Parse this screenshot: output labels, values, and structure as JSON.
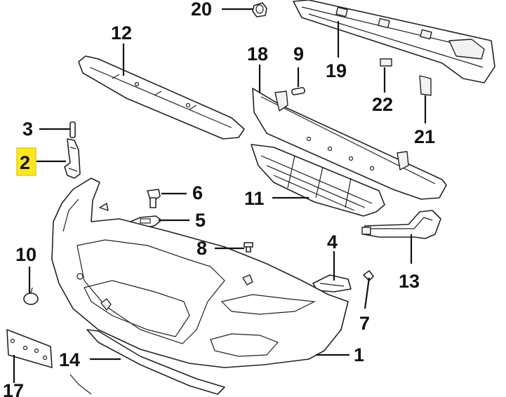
{
  "diagram": {
    "part_numbers": {
      "p1": "1",
      "p2": "2",
      "p3": "3",
      "p4": "4",
      "p5": "5",
      "p6": "6",
      "p7": "7",
      "p8": "8",
      "p9": "9",
      "p10": "10",
      "p11": "11",
      "p12": "12",
      "p13": "13",
      "p14": "14",
      "p17": "17",
      "p18": "18",
      "p19": "19",
      "p20": "20",
      "p21": "21",
      "p22": "22"
    },
    "highlighted_part": "2",
    "highlight_color": "#ffe81a",
    "line_color": "#222222",
    "background": "#ffffff"
  }
}
